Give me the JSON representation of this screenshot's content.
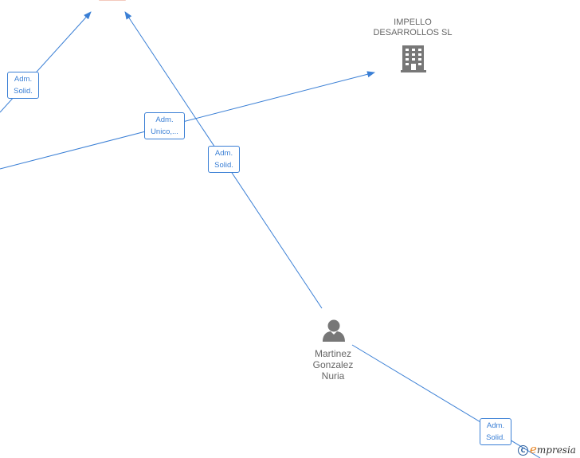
{
  "company_node": {
    "name_line1": "IMPELLO",
    "name_line2": "DESARROLLOS SL",
    "icon": "building-icon"
  },
  "person_node": {
    "name_line1": "Martinez",
    "name_line2": "Gonzalez",
    "name_line3": "Nuria",
    "icon": "person-icon"
  },
  "edges": [
    {
      "line1": "Adm.",
      "line2": "Solid."
    },
    {
      "line1": "Adm.",
      "line2": "Unico,..."
    },
    {
      "line1": "Adm.",
      "line2": "Solid."
    },
    {
      "line1": "Adm.",
      "line2": "Solid."
    }
  ],
  "watermark": {
    "copyright": "C",
    "brand_initial": "e",
    "brand_rest": "mpresia"
  },
  "colors": {
    "edge": "#3a7fd5",
    "node_icon": "#777777",
    "label_text": "#666666"
  }
}
